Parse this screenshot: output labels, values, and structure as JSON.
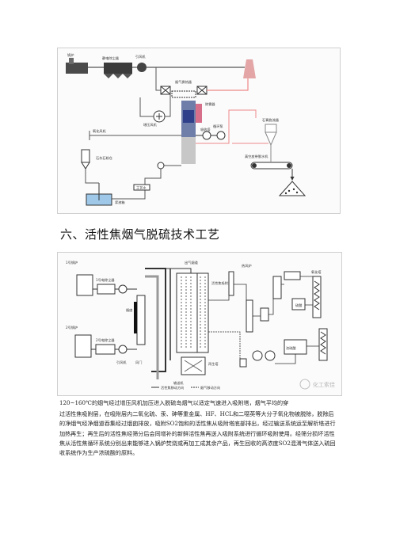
{
  "figure1": {
    "labels": {
      "boiler": "锅炉",
      "esp": "静电除尘器",
      "fan": "引风机",
      "heat_exchanger": "烟气换热器",
      "booster_fan": "增压风机",
      "absorber": "吸收塔",
      "demister": "除雾器",
      "circulation_pump": "循环泵",
      "oxidation_air": "氧化风机",
      "cyclone": "石膏旋流器",
      "vacuum_filter": "真空皮带脱水机",
      "limestone_silo": "石灰石粉仓",
      "tank": "浆液箱",
      "water": "工艺水"
    }
  },
  "section_heading": "六、活性焦烟气脱硫技术工艺",
  "figure2": {
    "labels": {
      "boiler1": "1号锅炉",
      "boiler2": "2号锅炉",
      "dust1": "1号电除尘器",
      "dust2": "2号电除尘器",
      "fan": "引风机",
      "damper": "风门",
      "chimney": "烟囱",
      "outlet": "出气烟道",
      "tower": "活性焦吸附塔",
      "regen": "再生塔",
      "conveyor": "输送机",
      "hot_blast": "热风炉",
      "sulfuric": "硫酸",
      "oxidizer": "氧化塔",
      "acid_tank": "浓硫酸",
      "legend1": "活性焦移动方向",
      "legend2": "烟气移动方向",
      "watermark": "化工索佳"
    }
  },
  "paragraphs": [
    "120~160℃的烟气经过增压风机加压进入脱硫岛烟气以适定气速进入吸附塔，烟气平均的穿",
    "过活性焦吸附层，在吸附层内二氧化硫、汞、砷等重金属、HF、HCL和二噁英等大分子氧化物被脱除，脱除后的净烟气经净烟道吞集经过烟囱排放，吸附SO2饱和的活性焦从吸附塔底部排出，经过输送系统运至解析塔进行加热再生；再生后的活性焦经筛分后会同增补的新鲜活性焦再送入吸附系统进行循环吸附使用。经筛分损坏活性焦从活性焦循环系统分别出来能够进入锅炉焚烧或再加工成其余产品，再生回收的高浓度SO2混淆气体送入硫回收系统作为生产浓硫酸的原料。"
  ]
}
